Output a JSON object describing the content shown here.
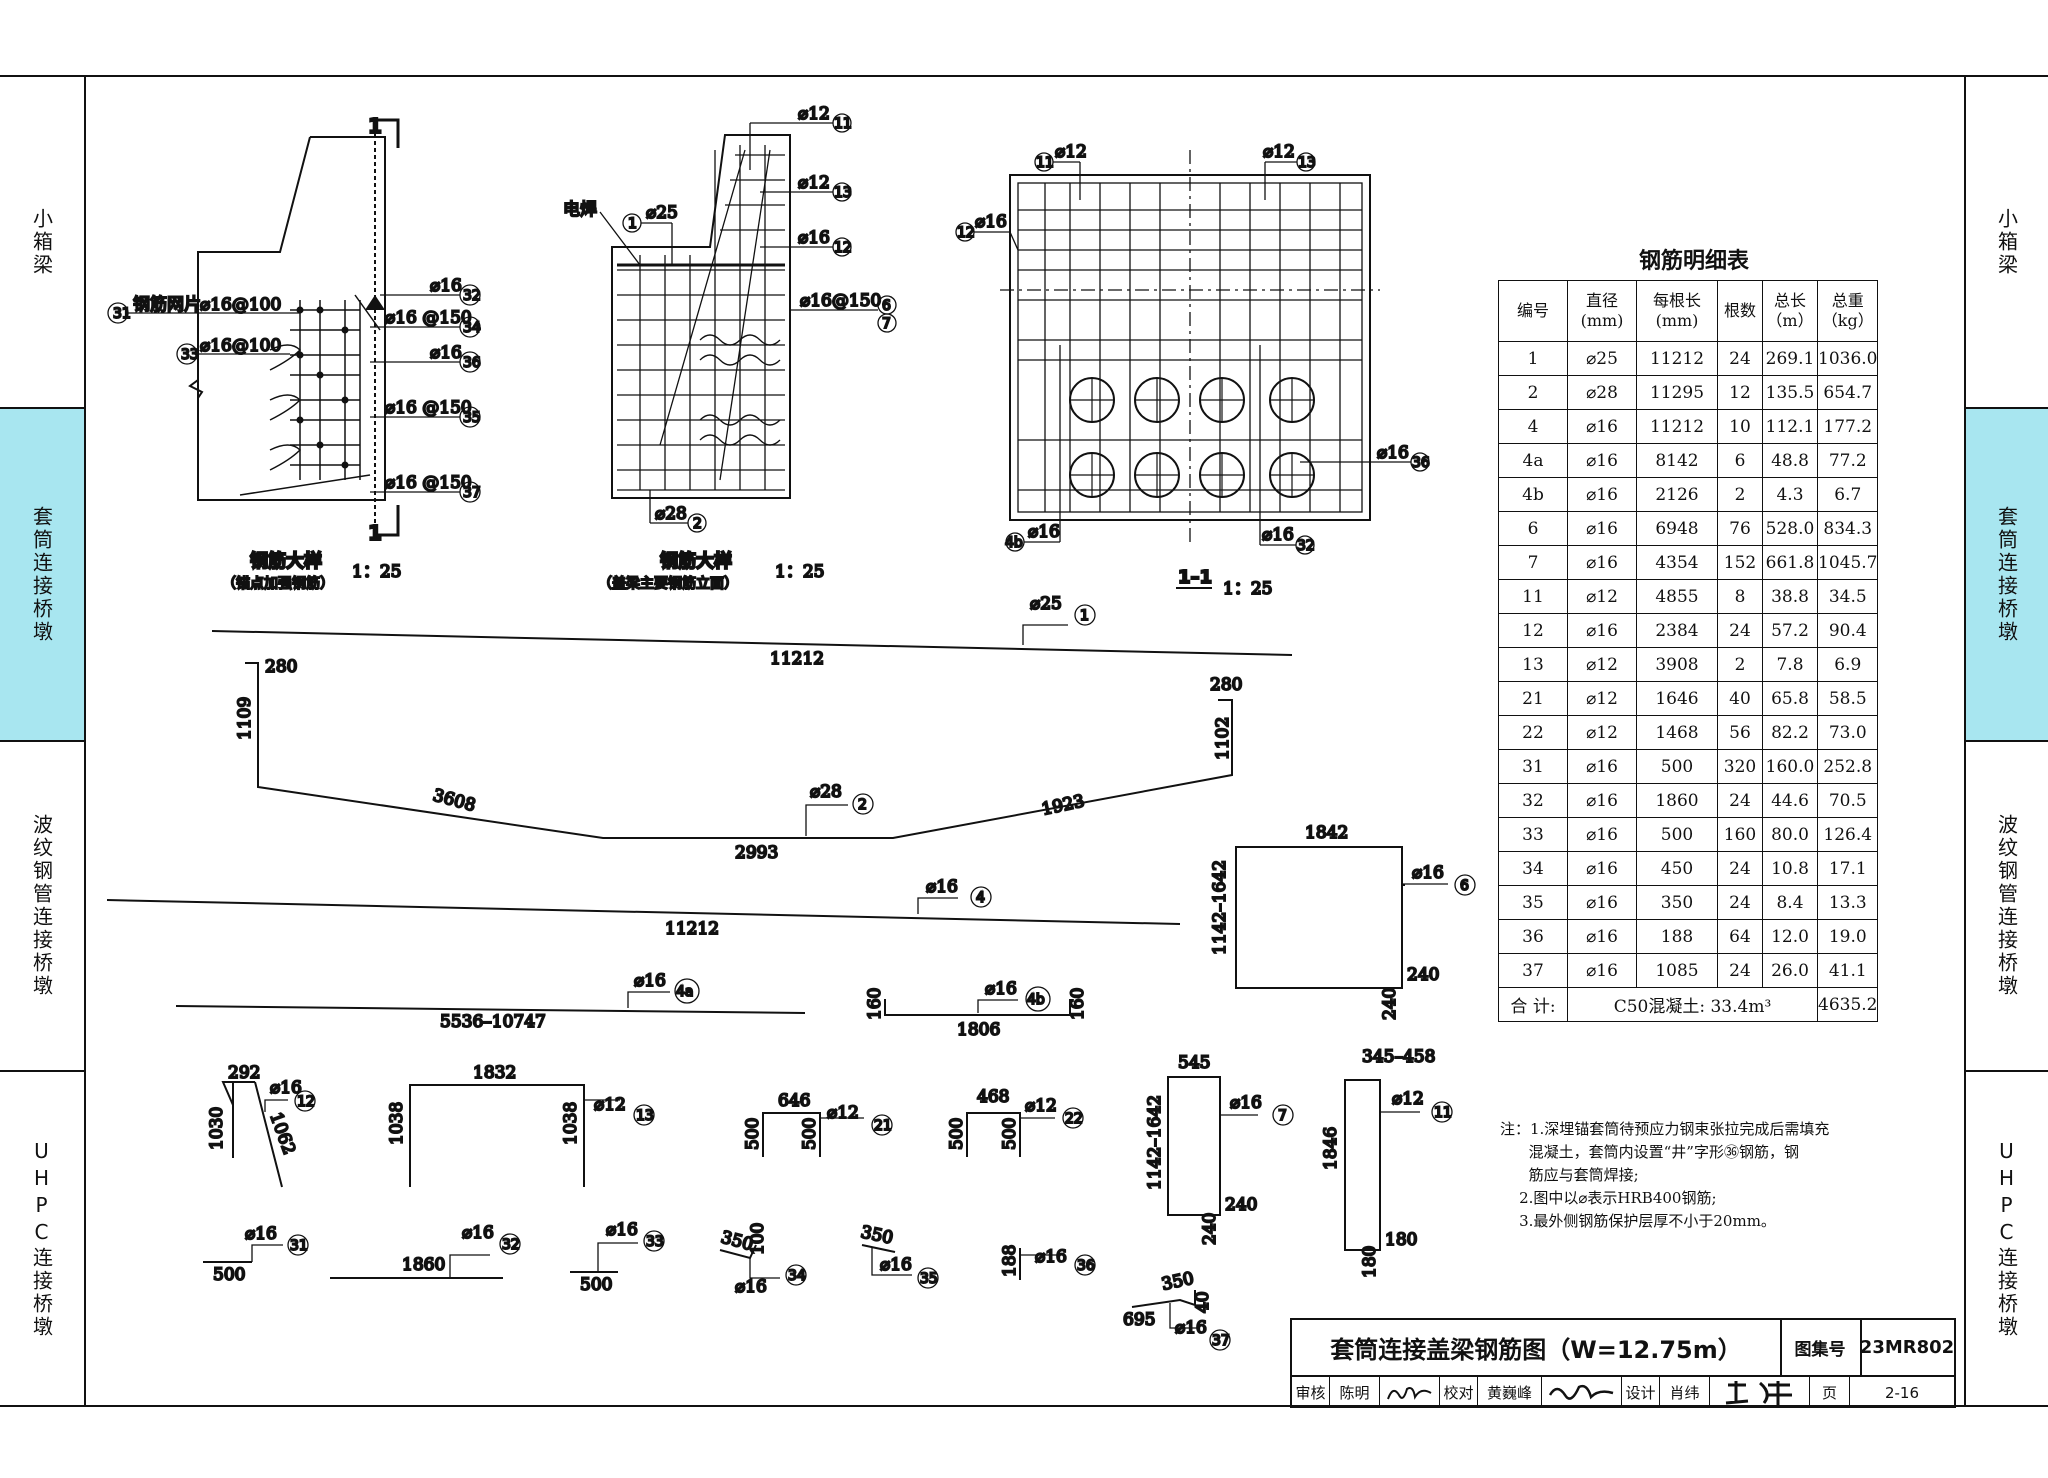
{
  "side_tabs": [
    "小箱梁",
    "套筒连接桥墩",
    "波纹钢管连接桥墩",
    "UHPC连接桥墩"
  ],
  "active_tab_index": 1,
  "accent_color": "#a8e6f0",
  "details": {
    "detail1": {
      "title": "钢筋大样",
      "subtitle": "（锚点加强钢筋）",
      "scale": "1：25",
      "labels": {
        "mesh": "钢筋网片",
        "mesh_spec": "⌀16@100",
        "r33": "⌀16@100",
        "r32": "⌀16",
        "r34": "⌀16 @150",
        "r36": "⌀16",
        "r35": "⌀16 @150",
        "r37": "⌀16 @150",
        "sec": "1"
      }
    },
    "detail2": {
      "title": "钢筋大样",
      "subtitle": "（盖梁主要钢筋立面）",
      "scale": "1：25",
      "labels": {
        "weld": "电焊",
        "r1": "⌀25",
        "r11": "⌀12",
        "r13": "⌀12",
        "r12": "⌀16",
        "r6": "⌀16@150",
        "r2": "⌀28"
      }
    },
    "section": {
      "title": "1–1",
      "scale": "1：25",
      "labels": {
        "r11": "⌀12",
        "r13": "⌀12",
        "r12": "⌀16",
        "r36": "⌀16",
        "r4b": "⌀16",
        "r32": "⌀16"
      }
    }
  },
  "bars": {
    "b1": {
      "dia": "⌀25",
      "no": "1",
      "len": "11212"
    },
    "b2": {
      "dia": "⌀28",
      "no": "2",
      "left_h": "1109",
      "left_top": "280",
      "right_h": "1102",
      "right_top": "280",
      "seg1": "3608",
      "mid": "2993",
      "seg3": "1923"
    },
    "b4": {
      "dia": "⌀16",
      "no": "4",
      "len": "11212"
    },
    "b4a": {
      "dia": "⌀16",
      "no": "4a",
      "len": "5536–10747"
    },
    "b4b": {
      "dia": "⌀16",
      "no": "4b",
      "len": "1806",
      "end": "160"
    },
    "b6": {
      "dia": "⌀16",
      "no": "6",
      "w": "1842",
      "h": "1142–1642",
      "hook": "240"
    },
    "b12": {
      "dia": "⌀16",
      "no": "12",
      "top": "292",
      "h": "1030",
      "slant": "1062"
    },
    "b13": {
      "dia": "⌀12",
      "no": "13",
      "w": "1832",
      "hl": "1038",
      "hr": "1038"
    },
    "b21": {
      "dia": "⌀12",
      "no": "21",
      "w": "646",
      "hl": "500",
      "hr": "500"
    },
    "b22": {
      "dia": "⌀12",
      "no": "22",
      "w": "468",
      "hl": "500",
      "hr": "500"
    },
    "b7": {
      "dia": "⌀16",
      "no": "7",
      "w": "545",
      "h": "1142–1642",
      "hook": "240"
    },
    "b11": {
      "dia": "⌀12",
      "no": "11",
      "w": "345–458",
      "h": "1846",
      "hook": "180"
    },
    "b31": {
      "dia": "⌀16",
      "no": "31",
      "len": "500"
    },
    "b32": {
      "dia": "⌀16",
      "no": "32",
      "len": "1860"
    },
    "b33": {
      "dia": "⌀16",
      "no": "33",
      "len": "500"
    },
    "b34": {
      "dia": "⌀16",
      "no": "34",
      "a": "350",
      "b": "100"
    },
    "b35": {
      "dia": "⌀16",
      "no": "35",
      "a": "350"
    },
    "b36": {
      "dia": "⌀16",
      "no": "36",
      "len": "188"
    },
    "b37": {
      "dia": "⌀16",
      "no": "37",
      "a": "350",
      "b": "695",
      "c": "40"
    }
  },
  "table": {
    "title": "钢筋明细表",
    "headers": [
      "编号",
      "直径\n(mm)",
      "每根长\n(mm)",
      "根数",
      "总长\n（m）",
      "总重\n（kg）"
    ],
    "rows": [
      [
        "1",
        "⌀25",
        "11212",
        "24",
        "269.1",
        "1036.0"
      ],
      [
        "2",
        "⌀28",
        "11295",
        "12",
        "135.5",
        "654.7"
      ],
      [
        "4",
        "⌀16",
        "11212",
        "10",
        "112.1",
        "177.2"
      ],
      [
        "4a",
        "⌀16",
        "8142",
        "6",
        "48.8",
        "77.2"
      ],
      [
        "4b",
        "⌀16",
        "2126",
        "2",
        "4.3",
        "6.7"
      ],
      [
        "6",
        "⌀16",
        "6948",
        "76",
        "528.0",
        "834.3"
      ],
      [
        "7",
        "⌀16",
        "4354",
        "152",
        "661.8",
        "1045.7"
      ],
      [
        "11",
        "⌀12",
        "4855",
        "8",
        "38.8",
        "34.5"
      ],
      [
        "12",
        "⌀16",
        "2384",
        "24",
        "57.2",
        "90.4"
      ],
      [
        "13",
        "⌀12",
        "3908",
        "2",
        "7.8",
        "6.9"
      ],
      [
        "21",
        "⌀12",
        "1646",
        "40",
        "65.8",
        "58.5"
      ],
      [
        "22",
        "⌀12",
        "1468",
        "56",
        "82.2",
        "73.0"
      ],
      [
        "31",
        "⌀16",
        "500",
        "320",
        "160.0",
        "252.8"
      ],
      [
        "32",
        "⌀16",
        "1860",
        "24",
        "44.6",
        "70.5"
      ],
      [
        "33",
        "⌀16",
        "500",
        "160",
        "80.0",
        "126.4"
      ],
      [
        "34",
        "⌀16",
        "450",
        "24",
        "10.8",
        "17.1"
      ],
      [
        "35",
        "⌀16",
        "350",
        "24",
        "8.4",
        "13.3"
      ],
      [
        "36",
        "⌀16",
        "188",
        "64",
        "12.0",
        "19.0"
      ],
      [
        "37",
        "⌀16",
        "1085",
        "24",
        "26.0",
        "41.1"
      ]
    ],
    "total_label": "合 计:",
    "total_concrete": "C50混凝土: 33.4m³",
    "total_weight": "4635.2"
  },
  "notes": [
    "注：1.深埋锚套筒待预应力钢束张拉完成后需填充",
    "      混凝土，套筒内设置“井”字形㊱钢筋，钢",
    "      筋应与套筒焊接;",
    "    2.图中以⌀表示HRB400钢筋;",
    "    3.最外侧钢筋保护层厚不小于20mm。"
  ],
  "title_block": {
    "title": "套筒连接盖梁钢筋图（W=12.75m）",
    "atlas_label": "图集号",
    "atlas_no": "23MR802",
    "review_label": "审核",
    "reviewer": "陈明",
    "check_label": "校对",
    "checker": "黄巍峰",
    "design_label": "设计",
    "designer": "肖纬",
    "page_label": "页",
    "page_no": "2-16"
  }
}
